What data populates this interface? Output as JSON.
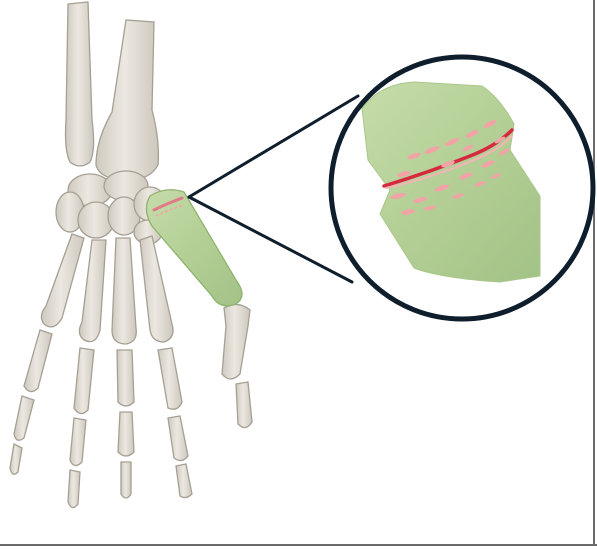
{
  "figure": {
    "subject": "hand-and-wrist-skeleton-dorsal-view",
    "highlighted_bone": "first-metacarpal",
    "callout_subject": "first-carpometacarpal-joint-injury",
    "colors": {
      "background": "#ffffff",
      "bone_fill": "#e2ddd4",
      "bone_stroke": "#a69f93",
      "highlight_fill": "#b7d19a",
      "highlight_stroke": "#8fb26e",
      "injury_red": "#d6283f",
      "injury_pink": "#f2a3a6",
      "callout_ring": "#0f1e2c",
      "callout_lines": "#0f1e2c",
      "image_border": "#333333"
    }
  }
}
